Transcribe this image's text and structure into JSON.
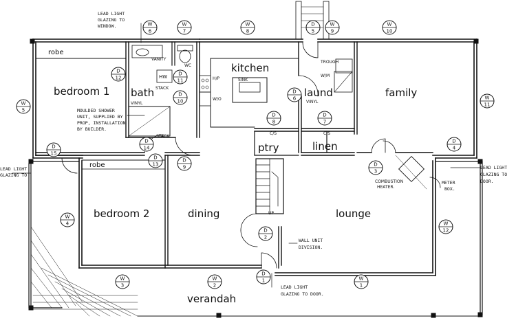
{
  "rooms": {
    "bedroom1": "bedroom 1",
    "bath": "bath",
    "kitchen": "kitchen",
    "laund": "laund",
    "family": "family",
    "ptry": "ptry",
    "linen": "linen",
    "bedroom2": "bedroom 2",
    "dining": "dining",
    "lounge": "lounge",
    "verandah": "verandah",
    "robe1": "robe",
    "robe2": "robe"
  },
  "fixtures": {
    "vanity": "VANITY",
    "hw": "HW",
    "wc": "WC",
    "sink": "SINK",
    "trough": "TROUGH",
    "wm": "W/M",
    "hp": "H/P",
    "wo": "W/O",
    "stack": "STACK",
    "stack2": "STACK",
    "vinyl_bath": "VINYL",
    "vinyl_laund": "VINYL",
    "cs1": "C/S",
    "cs2": "C/S",
    "up": "UP"
  },
  "notes": {
    "lead_window_1": "LEAD LIGHT",
    "lead_window_2": "GLAZING TO",
    "lead_window_3": "WINDOW.",
    "shower_1": "MOULDED SHOWER",
    "shower_2": "UNIT, SUPPLIED BY",
    "shower_3": "PROP, INSTALLATION",
    "shower_4": "BY BUILDER.",
    "lead_left_1": "LEAD LIGHT",
    "lead_left_2": "GLAZING TO",
    "lead_right_1": "LEAD LIGHT",
    "lead_right_2": "GLAZING TO",
    "lead_right_3": "DOOR.",
    "meter_1": "METER",
    "meter_2": "BOX.",
    "combustion_1": "COMBUSTION",
    "combustion_2": "HEATER.",
    "wall_unit_1": "WALL UNIT",
    "wall_unit_2": "DIVISION.",
    "lead_bottom_1": "LEAD LIGHT",
    "lead_bottom_2": "GLAZING TO DOOR."
  },
  "window_tags": [
    {
      "letter": "W",
      "num": "6"
    },
    {
      "letter": "W",
      "num": "7"
    },
    {
      "letter": "W",
      "num": "8"
    },
    {
      "letter": "W",
      "num": "9"
    },
    {
      "letter": "W",
      "num": "10"
    },
    {
      "letter": "W",
      "num": "5"
    },
    {
      "letter": "W",
      "num": "11"
    },
    {
      "letter": "W",
      "num": "4"
    },
    {
      "letter": "W",
      "num": "12"
    },
    {
      "letter": "W",
      "num": "3"
    },
    {
      "letter": "W",
      "num": "2"
    },
    {
      "letter": "W",
      "num": "1"
    }
  ],
  "door_tags": [
    {
      "letter": "D",
      "num": "5"
    },
    {
      "letter": "D",
      "num": "12"
    },
    {
      "letter": "D",
      "num": "11"
    },
    {
      "letter": "D",
      "num": "10"
    },
    {
      "letter": "D",
      "num": "6"
    },
    {
      "letter": "D",
      "num": "8"
    },
    {
      "letter": "D",
      "num": "7"
    },
    {
      "letter": "D",
      "num": "15"
    },
    {
      "letter": "D",
      "num": "14"
    },
    {
      "letter": "D",
      "num": "13"
    },
    {
      "letter": "D",
      "num": "9"
    },
    {
      "letter": "D",
      "num": "3"
    },
    {
      "letter": "D",
      "num": "4"
    },
    {
      "letter": "D",
      "num": "2"
    },
    {
      "letter": "D",
      "num": "1"
    }
  ]
}
